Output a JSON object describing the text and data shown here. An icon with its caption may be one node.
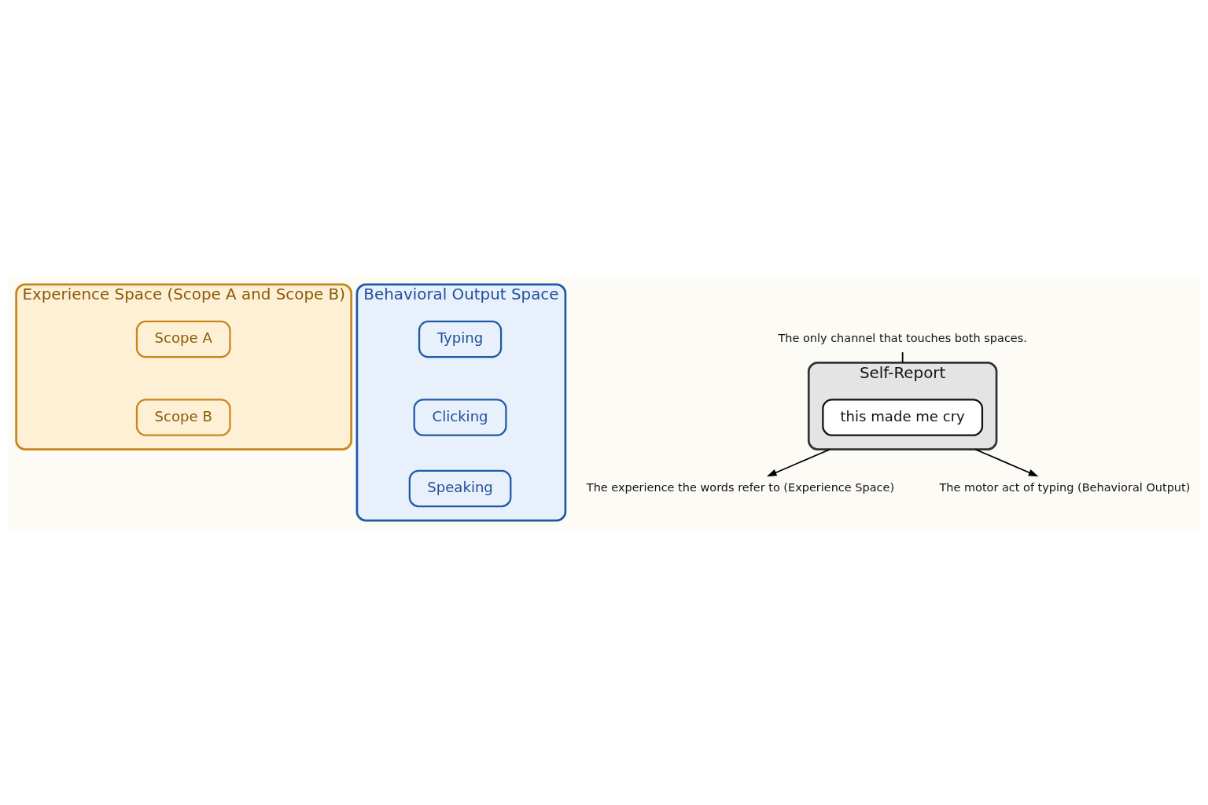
{
  "diagram": {
    "nodes": [
      {
        "text": [
          "Experience Space (Scope A and Scope B)"
        ]
      },
      {
        "text": [
          "Scope A"
        ],
        "in": 0
      },
      {
        "text": [
          "Scope B"
        ],
        "in": 0
      },
      {
        "text": [
          "Behavioral Output Space"
        ]
      },
      {
        "text": [
          "Typing"
        ],
        "in": 3
      },
      {
        "text": [
          "Clicking"
        ],
        "in": 3
      },
      {
        "text": [
          "Speaking"
        ],
        "in": 3
      },
      {
        "text": [
          "Self-Report"
        ]
      },
      {
        "text": [
          "this made me cry"
        ],
        "in": 7
      },
      {
        "text": [
          "The only channel that touches both spaces."
        ]
      },
      {
        "text": [
          "The experience the words refer to (Experience Space)"
        ]
      },
      {
        "text": [
          "The motor act of typing (Behavioral Output)"
        ]
      }
    ],
    "edges": [
      {
        "from": 9,
        "to": 7,
        "arrow": "none"
      },
      {
        "from": 7,
        "to": 10,
        "arrow": "to"
      },
      {
        "from": 7,
        "to": 11,
        "arrow": "to"
      }
    ]
  }
}
